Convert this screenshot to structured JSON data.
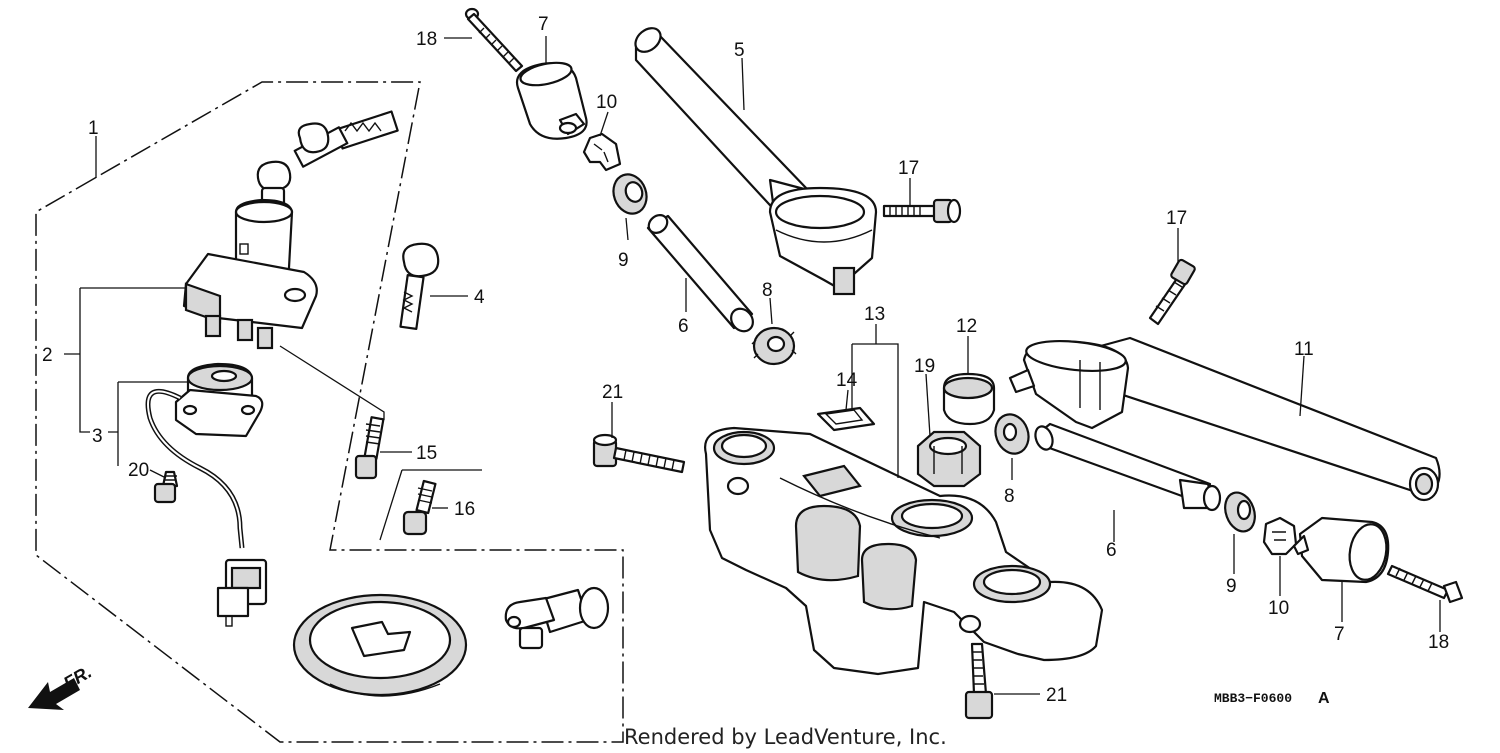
{
  "diagram": {
    "callouts": {
      "c1": "1",
      "c2": "2",
      "c3": "3",
      "c4": "4",
      "c5": "5",
      "c6a": "6",
      "c6b": "6",
      "c7a": "7",
      "c7b": "7",
      "c8a": "8",
      "c8b": "8",
      "c9a": "9",
      "c9b": "9",
      "c10a": "10",
      "c10b": "10",
      "c11": "11",
      "c12": "12",
      "c13": "13",
      "c14": "14",
      "c15": "15",
      "c16": "16",
      "c17a": "17",
      "c17b": "17",
      "c18a": "18",
      "c18b": "18",
      "c19": "19",
      "c20": "20",
      "c21a": "21",
      "c21b": "21"
    },
    "direction_label": "FR.",
    "diagram_code": "MBB3−F0600",
    "diagram_code_suffix": "A",
    "credit": "Rendered by LeadVenture, Inc."
  }
}
